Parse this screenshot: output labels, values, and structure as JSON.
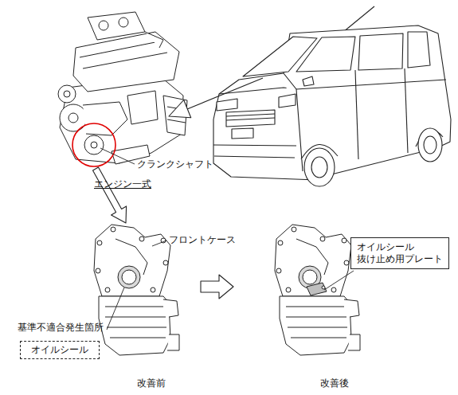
{
  "diagram": {
    "nodes": [
      {
        "text": [
          "オイルシール"
        ]
      },
      {
        "text": [
          "オイルシール 抜け止め用プレート"
        ]
      }
    ],
    "labels": [
      "クランクシャフト",
      "エンジン一式",
      "フロントケース",
      "基準不適合発生箇所",
      "改善前",
      "改善後"
    ]
  }
}
